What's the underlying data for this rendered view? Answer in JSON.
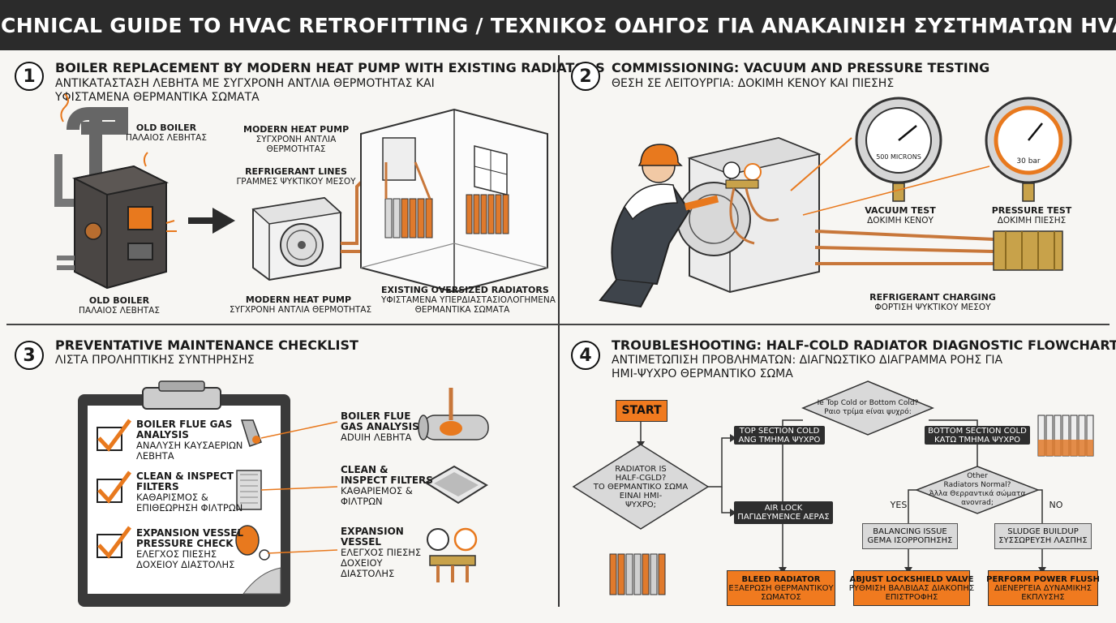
{
  "header": {
    "title": "TECHNICAL GUIDE TO HVAC RETROFITTING / ΤΕΧΝΙΚΟΣ ΟΔΗΓΟΣ ΓΙΑ ΑΝΑΚΑΙΝΙΣΗ ΣΥΣΤΗΜΑΤΩΝ HVAC"
  },
  "s1": {
    "num": "1",
    "title": "BOILER REPLACEMENT BY MODERN HEAT PUMP WITH EXISTING RADIATORS",
    "sub1": "ΑΝΤΙΚΑΤΑΣΤΑΣΗ ΛΕΒΗΤΑ ΜΕ ΣΥΓΧΡΟΝΗ ΑΝΤΛΙΑ ΘΕΡΜΟΤΗΤΑΣ ΚΑΙ",
    "sub2": "ΥΦΙΣΤΑΜΕΝΑ ΘΕΡΜΑΝΤΙΚΑ ΣΩΜΑΤΑ",
    "old_boiler_top": "OLD BOILER",
    "old_boiler_top_gr": "ΠΑΛΑΙΟΣ ΛΕΒΗΤΑΣ",
    "old_boiler_bottom": "OLD BOILER",
    "old_boiler_bottom_gr": "ΠΑΛΑΙΟΣ ΛΕΒΗΤΑΣ",
    "heat_pump_top": "MODERN HEAT PUMP",
    "heat_pump_top_gr1": "ΣΥΓΧΡΟΝΗ ΑΝΤΛΙΑ",
    "heat_pump_top_gr2": "ΘΕΡΜΟΤΗΤΑΣ",
    "refrigerant_lines": "REFRIGERANT LINES",
    "refrigerant_lines_gr": "ΓΡΑΜΜΕΣ ΨΥΚΤΙΚΟΥ ΜΕΣΟΥ",
    "heat_pump_bottom": "MODERN HEAT PUMP",
    "heat_pump_bottom_gr": "ΣΥΓΧΡΟΝΗ ΑΝΤΛΙΑ ΘΕΡΜΟΤΗΤΑΣ",
    "radiators": "EXISTING OVERSIZED RADIATORS",
    "radiators_gr1": "ΥΦΙΣΤΑΜΕΝΑ ΥΠΕΡΔΙΑΣΤΑΣΙΟΛΟΓΗΜΕΝΑ",
    "radiators_gr2": "ΘΕΡΜΑΝΤΙΚΑ ΣΩΜΑΤΑ"
  },
  "s2": {
    "num": "2",
    "title": "COMMISSIONING: VACUUM AND PRESSURE TESTING",
    "sub": "ΘΕΣΗ ΣΕ ΛΕΙΤΟΥΡΓΙΑ: ΔΟΚΙΜΗ ΚΕΝΟΥ ΚΑΙ ΠΙΕΣΗΣ",
    "gauge1_text": "500 MICRONS",
    "gauge2_text": "30 bar",
    "vacuum": "VACUUM TEST",
    "vacuum_gr": "ΔΟΚΙΜΗ ΚΕΝΟΥ",
    "pressure": "PRESSURE TEST",
    "pressure_gr": "ΔΟΚΙΜΗ ΠΙΕΣΗΣ",
    "charging": "REFRIGERANT CHARGING",
    "charging_gr": "ΦΟΡΤΙΣΗ ΨΥΚΤΙΚΟΥ ΜΕΣΟΥ"
  },
  "s3": {
    "num": "3",
    "title": "PREVENTATIVE MAINTENANCE CHECKLIST",
    "sub": "ΛΙΣΤΑ ΠΡΟΛΗΠΤΙΚΗΣ ΣΥΝΤΗΡΗΣΗΣ",
    "items": [
      {
        "l1": "BOILER FLUE GAS",
        "l2": "ANALYSIS",
        "g1": "ΑΝΑΛΥΣΗ ΚΑΥΣΑΕΡΙΩΝ",
        "g2": "ΛΕΒΗΤΑ"
      },
      {
        "l1": "CLEAN & INSPECT",
        "l2": "FILTERS",
        "g1": "ΚΑΘΑΡΙΣΜΟΣ &",
        "g2": "ΕΠΙΘΕΩΡΗΣΗ ΦΙΛΤΡΩΝ"
      },
      {
        "l1": "EXPANSION VESSEL",
        "l2": "PRESSURE CHECK",
        "g1": "ΕΛΕΓΧΟΣ ΠΙΕΣΗΣ",
        "g2": "ΔΟΧΕΙΟΥ ΔΙΑΣΤΟΛΗΣ"
      }
    ],
    "side": [
      {
        "l1": "BOILER FLUE",
        "l2": "GAS ANALYSIS",
        "g1": "ADUIH ΛΕΒΗΤΑ"
      },
      {
        "l1": "CLEAN &",
        "l2": "INSPECT FILTERS",
        "g1": "ΚΑΘΑΡΙΕΜΟΣ &",
        "g2": "ΦΙΛΤΡΩΝ"
      },
      {
        "l1": "EXPANSION",
        "l2": "VESSEL",
        "g1": "ΕΛΕΓΧΟΣ ΠΙΕΣΗΣ",
        "g2": "ΔΟΧΕΙΟΥ",
        "g3": "ΔΙΑΣΤΟΛΗΣ"
      }
    ]
  },
  "s4": {
    "num": "4",
    "title": "TROUBLESHOOTING: HALF-COLD RADIATOR DIAGNOSTIC FLOWCHART",
    "sub1": "ΑΝΤΙΜΕΤΩΠΙΣΗ ΠΡΟΒΛΗΜΑΤΩΝ: ΔΙΑΓΝΩΣΤΙΚΟ ΔΙΑΓΡΑΜΜΑ ΡΟΗΣ ΓΙΑ",
    "sub2": "ΗΜΙ-ΨΥΧΡΟ ΘΕΡΜΑΝΤΙΚΟ ΣΩΜΑ",
    "start": "START",
    "d1": [
      "RADIATOR IS",
      "HALF-CGLD?",
      "ΤΟ ΘΕΡΜΑΝΤΙΚΟ ΣΩΜΑ",
      "ΕΙΝΑΙ ΗΜΙ-",
      "ΨΥΧΡΟ;"
    ],
    "d2": [
      "Ie Top Cold or Bottom Cold?",
      "Ραιο τpίμα eίναι ψυχρό:"
    ],
    "top_cold": [
      "TOP SECTION COLD",
      "ΑΝG ΤΜΗΜΑ ΨΥΧΡΟ"
    ],
    "bottom_cold": [
      "BOTTOM SECTION COLD",
      "ΚΑΤΩ ΤΜΗΜΑ ΨΥΧΡΟ"
    ],
    "d3": [
      "Other",
      "Radiators Normal?",
      "Άλλα Θερραντικά σώματα",
      "ανοvrad;"
    ],
    "yes": "YES",
    "no": "NO",
    "air_lock": [
      "AIR LOCK",
      "ΠΑΓΙΔΕΥΜΕΝCE ΑΕΡΑΣ"
    ],
    "balancing": [
      "BALANCING ISSUE",
      "GEMA ΙΣΟΡΡΟΠΗΣΗΣ"
    ],
    "sludge": [
      "SLUDGE BUILDUP",
      "ΣΥΣΣΩΡΕΥΣΗ ΛΑΣΠΗΣ"
    ],
    "bleed": [
      "BLEED RADIATOR",
      "ΕΞΑΕΡΩΣΗ ΘΕΡΜΑΝΤΙΚΟΥ",
      "ΣΩΜΑΤΟΣ"
    ],
    "adjust": [
      "ABJUST LOCKSHIELD VALVE",
      "ΡΥΘΜΙΣΗ ΒΑΛΒΙΔΑΣ ΔΙΑΚΟΠΗΣ",
      "ΕΠΙΣΤΡΟΦΗΣ"
    ],
    "flush": [
      "PERFORM POWER FLUSH",
      "ΔΙΕΝΕΡΓΕΙΑ ΔΥΝΑΜΙΚΗΣ",
      "ΕΚΠΛΥΣΗΣ"
    ]
  },
  "colors": {
    "accent": "#f07a1f",
    "copper": "#c8773a",
    "dark": "#2b2b2b"
  }
}
